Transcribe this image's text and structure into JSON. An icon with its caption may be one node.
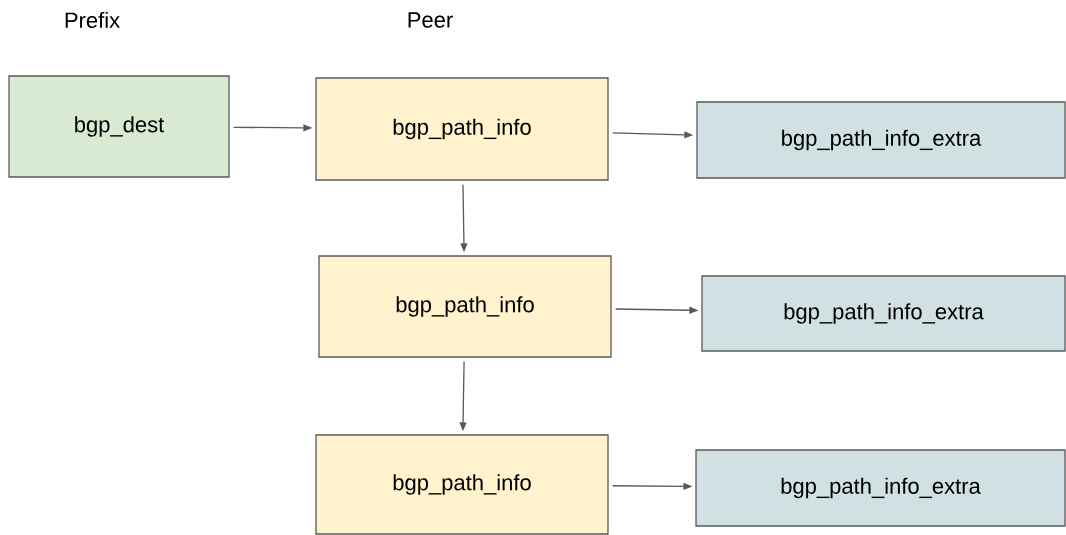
{
  "diagram": {
    "nodes": [
      {
        "text": [
          "bgp_dest"
        ]
      },
      {
        "text": [
          "bgp_path_info"
        ]
      },
      {
        "text": [
          "bgp_path_info_extra"
        ]
      },
      {
        "text": [
          "bgp_path_info"
        ]
      },
      {
        "text": [
          "bgp_path_info_extra"
        ]
      },
      {
        "text": [
          "bgp_path_info"
        ]
      },
      {
        "text": [
          "bgp_path_info_extra"
        ]
      }
    ],
    "edges": [
      {
        "from": 0,
        "to": 1,
        "arrow": "to"
      },
      {
        "from": 1,
        "to": 2,
        "arrow": "to"
      },
      {
        "from": 1,
        "to": 3,
        "arrow": "to"
      },
      {
        "from": 3,
        "to": 4,
        "arrow": "to"
      },
      {
        "from": 3,
        "to": 5,
        "arrow": "to"
      },
      {
        "from": 5,
        "to": 6,
        "arrow": "to"
      }
    ],
    "labels": [
      "Prefix",
      "Peer"
    ]
  }
}
